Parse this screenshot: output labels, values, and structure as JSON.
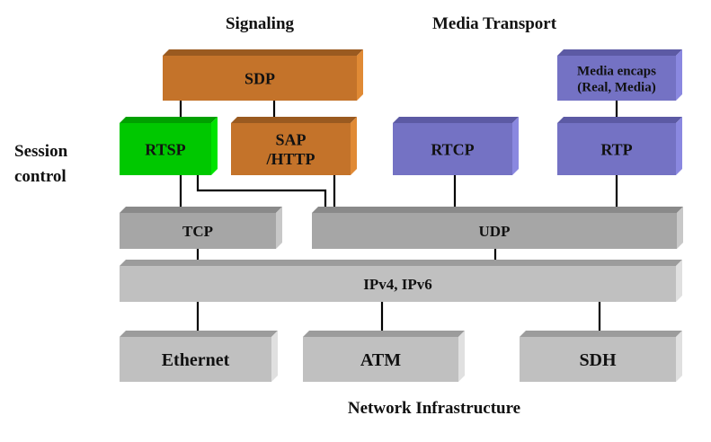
{
  "headings": {
    "signaling": "Signaling",
    "media_transport": "Media Transport",
    "session_control_line1": "Session",
    "session_control_line2": "control",
    "network_infrastructure": "Network Infrastructure"
  },
  "colors": {
    "orange": "#c4732a",
    "green": "#00c800",
    "purple": "#7472c4",
    "gray_dark": "#a6a6a6",
    "gray_light": "#c0c0c0",
    "line": "#000000"
  },
  "boxes": [
    {
      "id": "sdp",
      "lines": [
        "SDP"
      ],
      "color": "orange"
    },
    {
      "id": "media-encaps",
      "lines": [
        "Media encaps",
        "(Real, Media)"
      ],
      "color": "purple"
    },
    {
      "id": "rtsp",
      "lines": [
        "RTSP"
      ],
      "color": "green"
    },
    {
      "id": "sap-http",
      "lines": [
        "SAP",
        "/HTTP"
      ],
      "color": "orange"
    },
    {
      "id": "rtcp",
      "lines": [
        "RTCP"
      ],
      "color": "purple"
    },
    {
      "id": "rtp",
      "lines": [
        "RTP"
      ],
      "color": "purple"
    },
    {
      "id": "tcp",
      "lines": [
        "TCP"
      ],
      "color": "gray_dark"
    },
    {
      "id": "udp",
      "lines": [
        "UDP"
      ],
      "color": "gray_dark"
    },
    {
      "id": "ip",
      "lines": [
        "IPv4, IPv6"
      ],
      "color": "gray_light"
    },
    {
      "id": "ethernet",
      "lines": [
        "Ethernet"
      ],
      "color": "gray_light"
    },
    {
      "id": "atm",
      "lines": [
        "ATM"
      ],
      "color": "gray_light"
    },
    {
      "id": "sdh",
      "lines": [
        "SDH"
      ],
      "color": "gray_light"
    }
  ],
  "connections": [
    {
      "from": "sdp",
      "to": "rtsp"
    },
    {
      "from": "sdp",
      "to": "sap-http"
    },
    {
      "from": "media-encaps",
      "to": "rtp"
    },
    {
      "from": "rtsp",
      "to": "tcp"
    },
    {
      "from": "rtsp",
      "to": "udp"
    },
    {
      "from": "sap-http",
      "to": "udp"
    },
    {
      "from": "rtcp",
      "to": "udp"
    },
    {
      "from": "rtp",
      "to": "udp"
    },
    {
      "from": "tcp",
      "to": "ip"
    },
    {
      "from": "udp",
      "to": "ip"
    },
    {
      "from": "ip",
      "to": "ethernet"
    },
    {
      "from": "ip",
      "to": "atm"
    },
    {
      "from": "ip",
      "to": "sdh"
    }
  ]
}
